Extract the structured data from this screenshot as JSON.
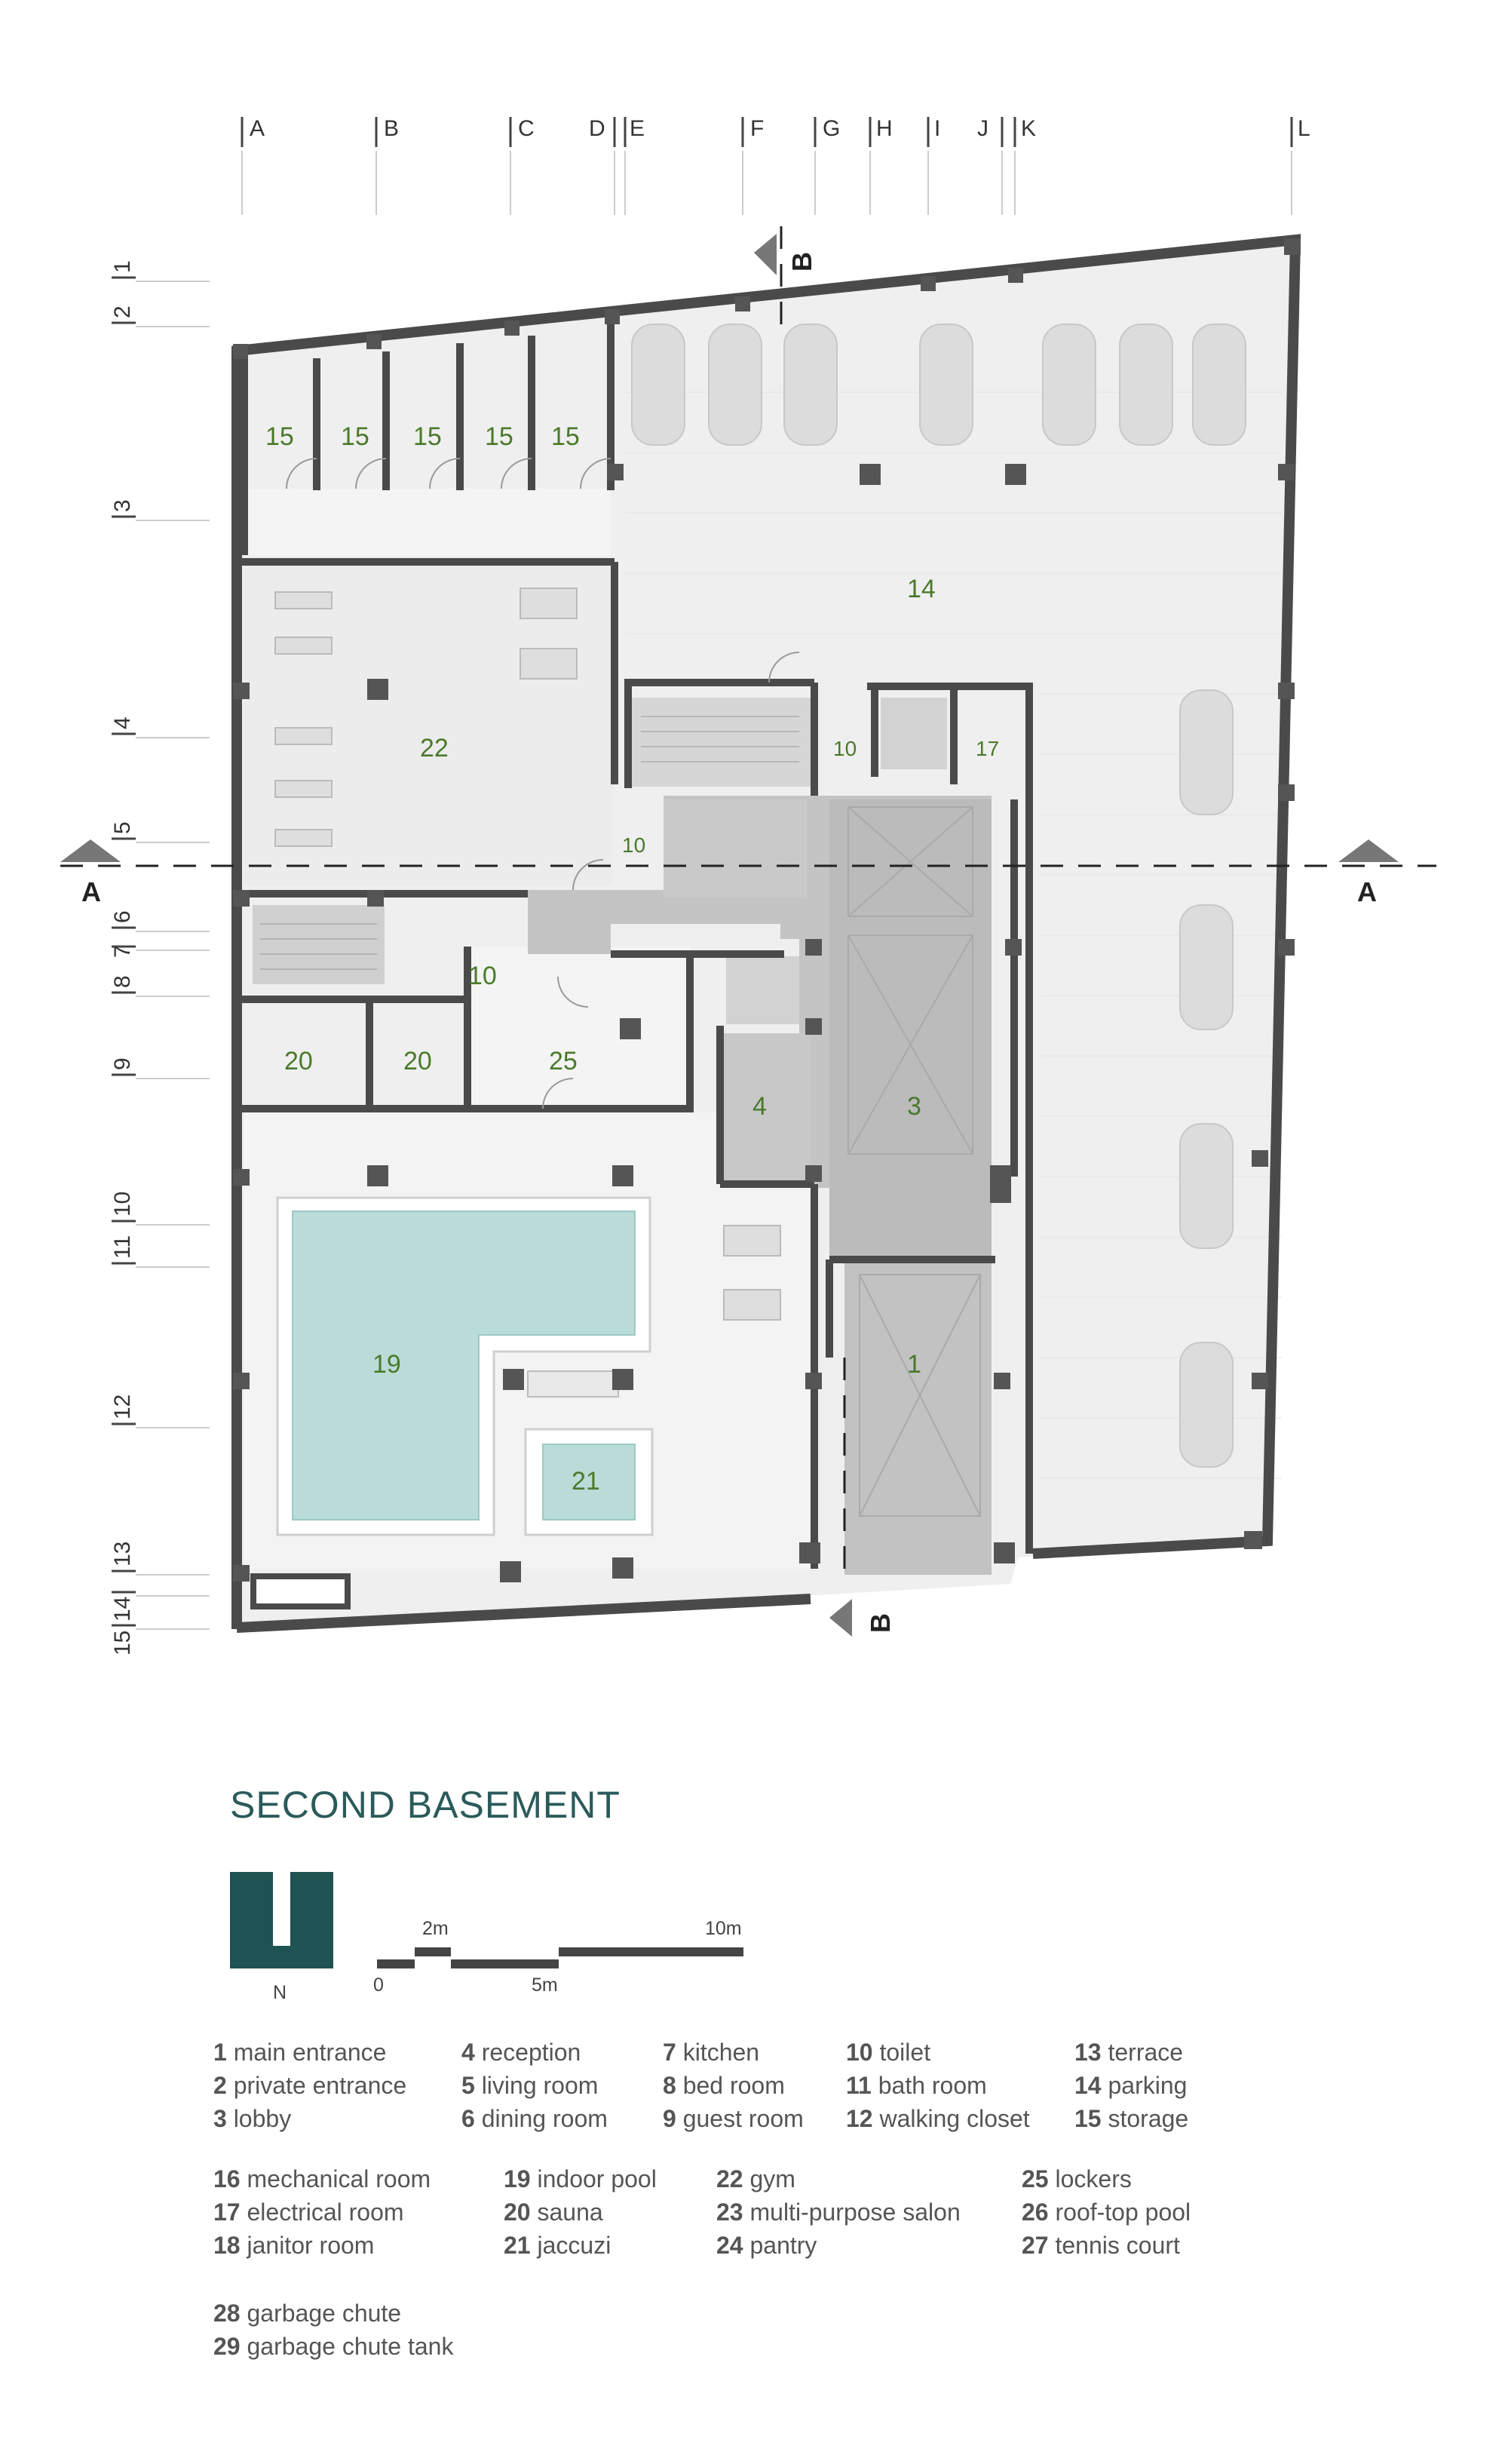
{
  "grid_letters": [
    "A",
    "B",
    "C",
    "D",
    "E",
    "F",
    "G",
    "H",
    "I",
    "J",
    "K",
    "L"
  ],
  "grid_numbers": [
    "1",
    "2",
    "3",
    "4",
    "5",
    "6",
    "7",
    "8",
    "9",
    "10",
    "11",
    "12",
    "13",
    "14",
    "15"
  ],
  "section_markers": {
    "a": "A",
    "b": "B"
  },
  "rooms": {
    "storage_1": "15",
    "storage_2": "15",
    "storage_3": "15",
    "storage_4": "15",
    "storage_5": "15",
    "parking": "14",
    "gym": "22",
    "toilet_a": "10",
    "toilet_b": "10",
    "toilet_c": "10",
    "electrical": "17",
    "sauna_1": "20",
    "sauna_2": "20",
    "lockers": "25",
    "reception": "4",
    "lobby": "3",
    "main_entrance": "1",
    "pool": "19",
    "jacuzzi": "21"
  },
  "title": "SECOND BASEMENT",
  "north_label": "N",
  "scale": {
    "t0": "0",
    "t2": "2m",
    "t5": "5m",
    "t10": "10m"
  },
  "legend": [
    {
      "num": "1",
      "text": "main entrance"
    },
    {
      "num": "2",
      "text": "private entrance"
    },
    {
      "num": "3",
      "text": "lobby"
    },
    {
      "num": "4",
      "text": "reception"
    },
    {
      "num": "5",
      "text": "living room"
    },
    {
      "num": "6",
      "text": "dining room"
    },
    {
      "num": "7",
      "text": "kitchen"
    },
    {
      "num": "8",
      "text": "bed room"
    },
    {
      "num": "9",
      "text": "guest room"
    },
    {
      "num": "10",
      "text": "toilet"
    },
    {
      "num": "11",
      "text": "bath room"
    },
    {
      "num": "12",
      "text": "walking closet"
    },
    {
      "num": "13",
      "text": "terrace"
    },
    {
      "num": "14",
      "text": "parking"
    },
    {
      "num": "15",
      "text": "storage"
    },
    {
      "num": "16",
      "text": "mechanical room"
    },
    {
      "num": "17",
      "text": "electrical room"
    },
    {
      "num": "18",
      "text": "janitor room"
    },
    {
      "num": "19",
      "text": "indoor pool"
    },
    {
      "num": "20",
      "text": "sauna"
    },
    {
      "num": "21",
      "text": "jaccuzi"
    },
    {
      "num": "22",
      "text": "gym"
    },
    {
      "num": "23",
      "text": "multi-purpose salon"
    },
    {
      "num": "24",
      "text": "pantry"
    },
    {
      "num": "25",
      "text": "lockers"
    },
    {
      "num": "26",
      "text": "roof-top pool"
    },
    {
      "num": "27",
      "text": "tennis court"
    },
    {
      "num": "28",
      "text": "garbage chute"
    },
    {
      "num": "29",
      "text": "garbage chute tank"
    }
  ],
  "colors": {
    "wall": "#4a4a4a",
    "pool": "#b9dcd8",
    "lobby": "#bdbdbd",
    "label": "#4a7a2a",
    "title": "#2b5a5a",
    "north": "#1f5252"
  }
}
